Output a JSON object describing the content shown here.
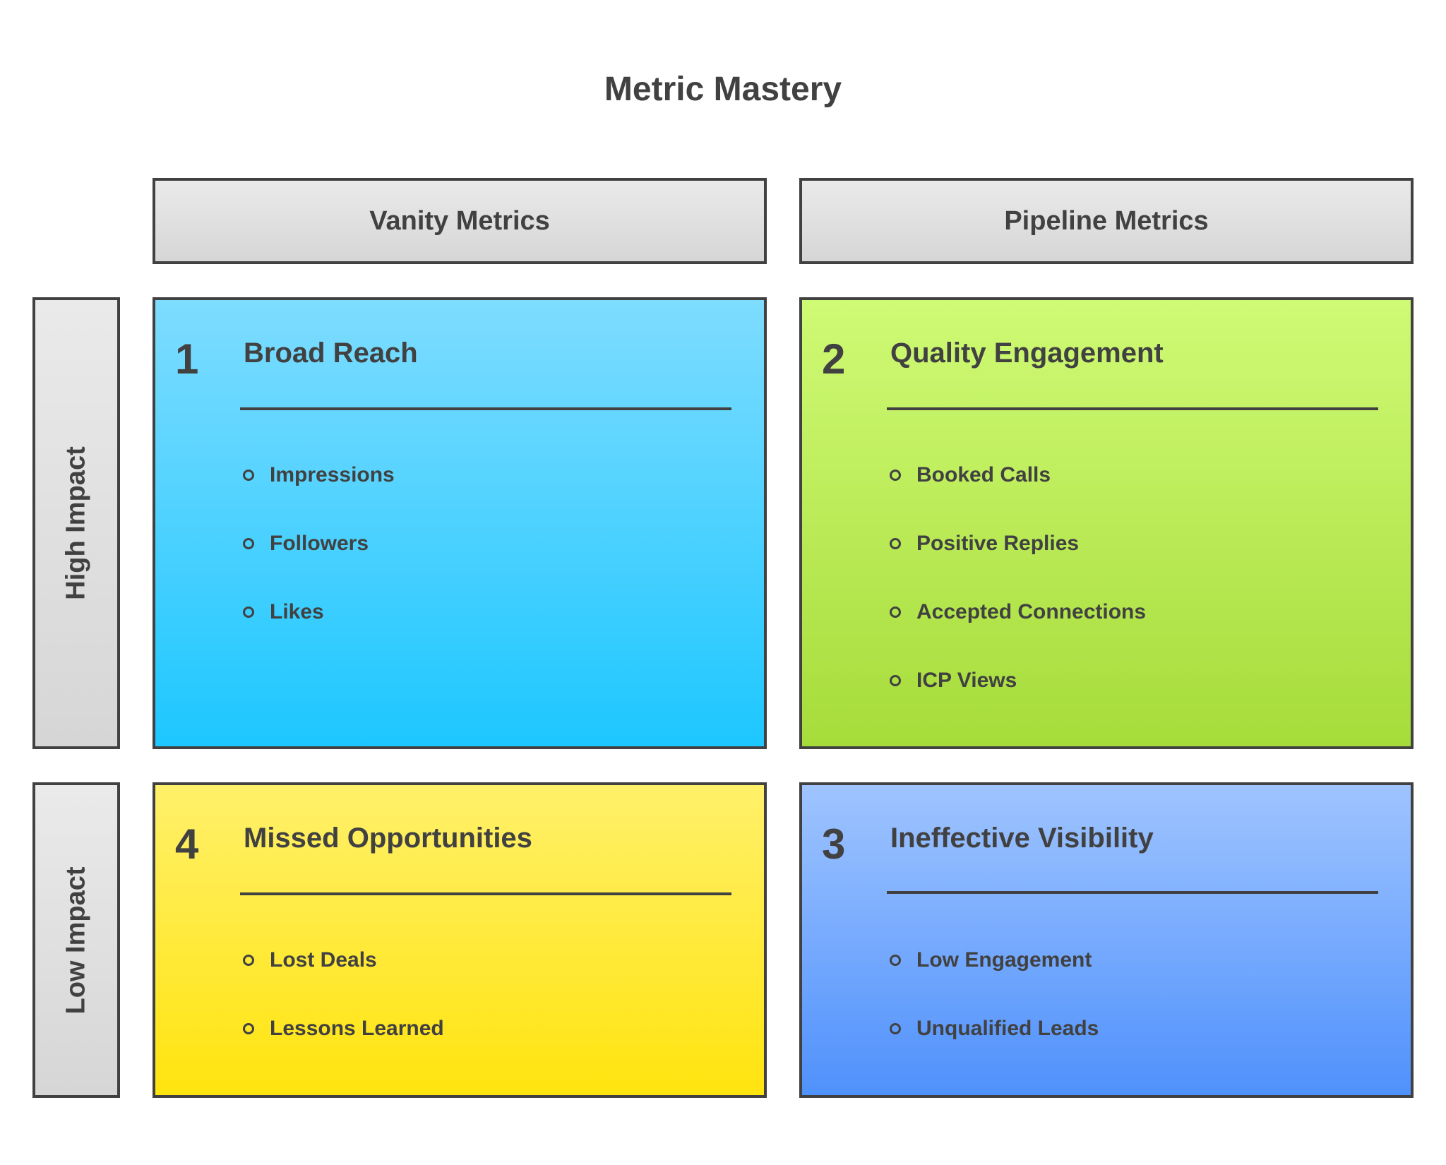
{
  "title": "Metric Mastery",
  "columns": [
    "Vanity Metrics",
    "Pipeline Metrics"
  ],
  "rows": [
    "High Impact",
    "Low Impact"
  ],
  "quadrants": {
    "q1": {
      "number": "1",
      "title": "Broad Reach",
      "color": "#1dc7ff",
      "items": [
        "Impressions",
        "Followers",
        "Likes"
      ]
    },
    "q2": {
      "number": "2",
      "title": "Quality Engagement",
      "color": "#a6dc3a",
      "items": [
        "Booked Calls",
        "Positive Replies",
        "Accepted Connections",
        "ICP Views"
      ]
    },
    "q4": {
      "number": "4",
      "title": "Missed Opportunities",
      "color": "#ffe40e",
      "items": [
        "Lost Deals",
        "Lessons Learned"
      ]
    },
    "q3": {
      "number": "3",
      "title": "Ineffective Visibility",
      "color": "#4f91fc",
      "items": [
        "Low Engagement",
        "Unqualified Leads"
      ]
    }
  }
}
